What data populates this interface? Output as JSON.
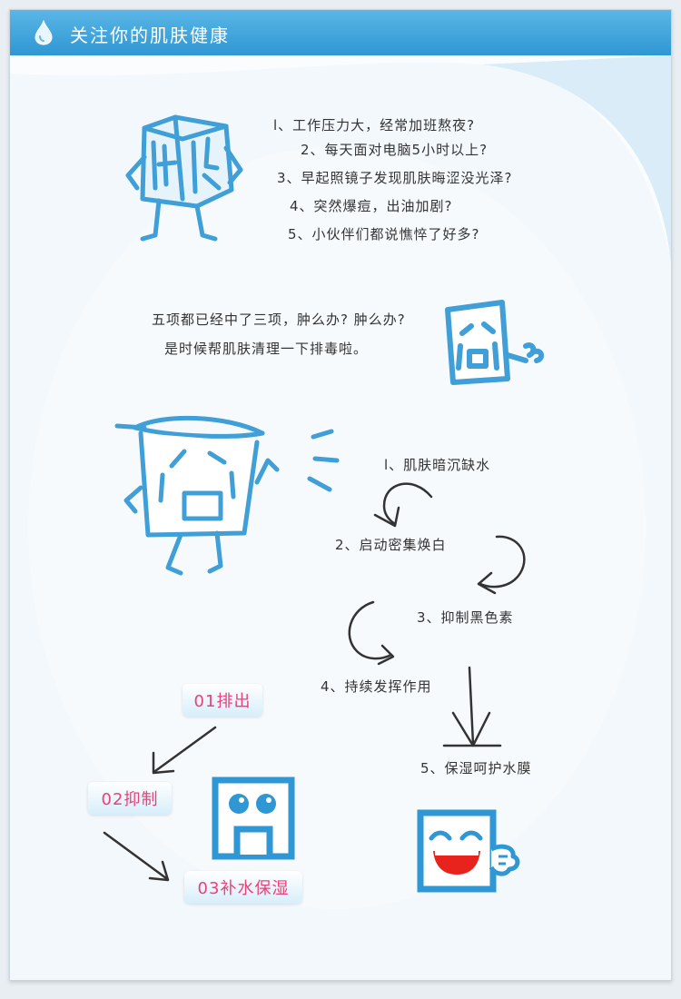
{
  "header": {
    "title": "关注你的肌肤健康"
  },
  "icons": {
    "drop": "water-drop-icon",
    "cube_ice": "ice-cube-character",
    "cube_cry": "crying-cube-character",
    "cube_shout": "shouting-cup-character",
    "cube_happy": "happy-cube-character",
    "cube_smile": "smiling-cube-character"
  },
  "colors": {
    "accent": "#2f97d3",
    "ink": "#3f9fd6",
    "tag_text": "#e8427a",
    "text": "#333333"
  },
  "questions": [
    "l、工作压力大，经常加班熬夜?",
    "2、每天面对电脑5小时以上?",
    "3、早起照镜子发现肌肤晦涩没光泽?",
    "4、突然爆痘，出油加剧?",
    "5、小伙伴们都说憔悴了好多?"
  ],
  "middle": {
    "line1": "五项都已经中了三项，肿么办? 肿么办?",
    "line2": "是时候帮肌肤清理一下排毒啦。"
  },
  "steps": [
    "l、肌肤暗沉缺水",
    "2、启动密集焕白",
    "3、抑制黑色素",
    "4、持续发挥作用",
    "5、保湿呵护水膜"
  ],
  "tags": [
    "01排出",
    "02抑制",
    "03补水保湿"
  ]
}
